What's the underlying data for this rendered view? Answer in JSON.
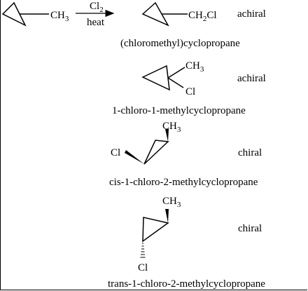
{
  "reaction": {
    "reactant_group": "CH",
    "reactant_group_sub": "3",
    "reagent_top": "Cl",
    "reagent_top_sub": "2",
    "reagent_bottom": "heat"
  },
  "products": [
    {
      "name": "(chloromethyl)cyclopropane",
      "chirality": "achiral",
      "group1": "CH",
      "group1_sub": "2",
      "group1_tail": "Cl"
    },
    {
      "name": "1-chloro-1-methylcyclopropane",
      "chirality": "achiral",
      "group1": "CH",
      "group1_sub": "3",
      "group2": "Cl"
    },
    {
      "name": "cis-1-chloro-2-methylcyclopropane",
      "chirality": "chiral",
      "group1": "CH",
      "group1_sub": "3",
      "group2": "Cl"
    },
    {
      "name": "trans-1-chloro-2-methylcyclopropane",
      "chirality": "chiral",
      "group1": "CH",
      "group1_sub": "3",
      "group2": "Cl"
    }
  ]
}
